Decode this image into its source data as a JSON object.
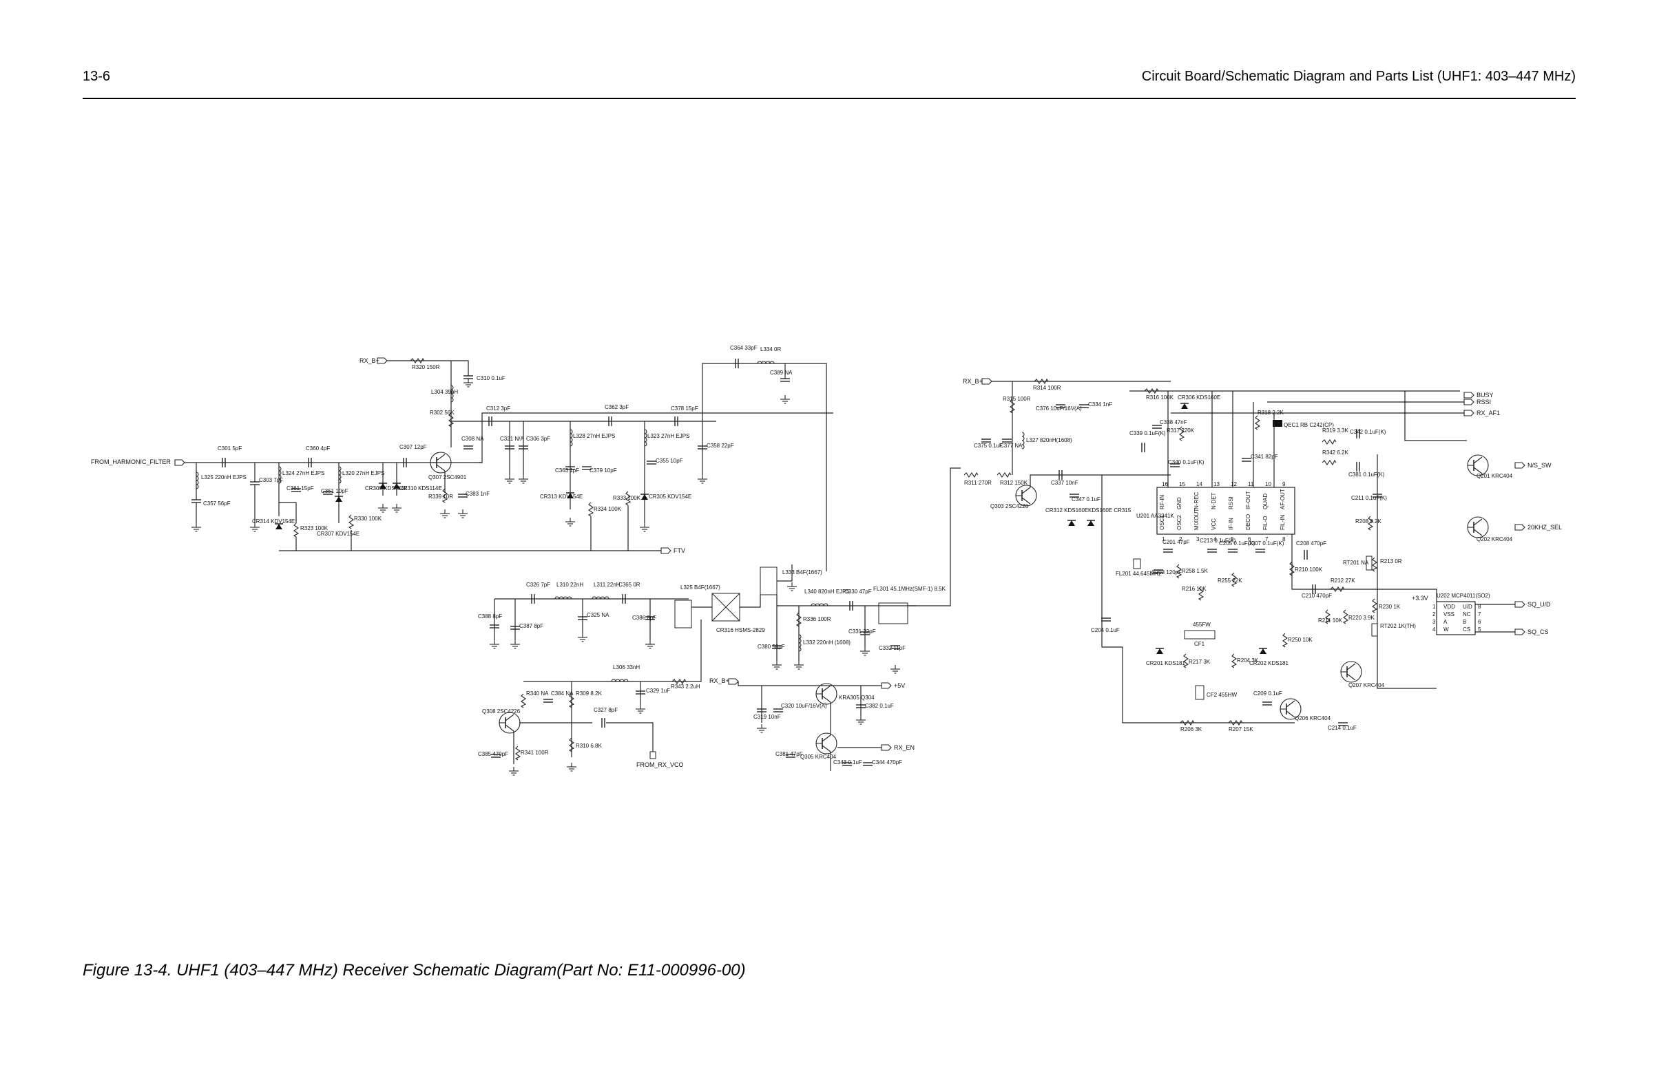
{
  "header": {
    "page_number": "13-6",
    "section_title": "Circuit Board/Schematic Diagram and Parts List (UHF1: 403–447 MHz)"
  },
  "caption": "Figure 13-4. UHF1 (403–447 MHz) Receiver Schematic Diagram(Part No: E11-000996-00)",
  "ports": {
    "from_harmonic_filter": "FROM_HARMONIC_FILTER",
    "rx_b_plus": "RX_B+",
    "ftv": "FTV",
    "from_rx_vco": "FROM_RX_VCO",
    "plus5v": "+5V",
    "rx_en": "RX_EN",
    "busy": "BUSY",
    "rssi": "RSSI",
    "rx_af1": "RX_AF1",
    "n_s_sw": "N/S_SW",
    "sel_20khz": "20KHZ_SEL",
    "sq_ud": "SQ_U/D",
    "sq_cs": "SQ_CS",
    "plus3v3": "+3.3V"
  },
  "components": {
    "r320": "R320 150R",
    "c310": "C310 0.1uF",
    "l304": "L304 39nH",
    "r302": "R302 56K",
    "c301": "C301 5pF",
    "l325": "L325 220nH EJPS",
    "c357": "C357 56pF",
    "c303": "C303 7pF",
    "c360": "C360 4pF",
    "l324": "L324 27nH EJPS",
    "c361": "C361 15pF",
    "cr314": "CR314 KDV154E",
    "r323": "R323 100K",
    "l320": "L320 27nH EJPS",
    "c351": "C351 10pF",
    "cr307": "CR307 KDV154E",
    "r330": "R330 100K",
    "cr309": "CR309 KDS114E",
    "cr310": "CR310 KDS114E",
    "c307": "C307 12pF",
    "q307": "Q307 2SC4901",
    "r339": "R339 10R",
    "c383": "C383 1nF",
    "c308": "C308 NA",
    "c312": "C312 3pF",
    "c321": "C321 N/A",
    "c306": "C306 3pF",
    "l328": "L328 27nH EJPS",
    "c363": "C363 1pF",
    "c379": "C379 10pF",
    "cr313": "CR313 KDV154E",
    "r334": "R334 100K",
    "c362": "C362 3pF",
    "l323": "L323 27nH EJPS",
    "c355": "C355 10pF",
    "r333": "R333 100K",
    "cr305": "CR305 KDV154E",
    "c378": "C378 15pF",
    "c358": "C358 22pF",
    "c364": "C364 33pF",
    "l334": "L334 0R",
    "c389": "C389 NA",
    "c326": "C326 7pF",
    "l310": "L310 22nH",
    "l311": "L311 22nH",
    "c365": "C365 0R",
    "c325": "C325 NA",
    "c386": "C386 8pF",
    "c388": "C388 8pF",
    "c387": "C387 8pF",
    "l325b": "L325 B4F(1667)",
    "cr316": "CR316 HSMS-2829",
    "l333": "L333 B4F(1667)",
    "l340": "L340 820nH EJPS",
    "r336": "R336 100R",
    "c330": "C330 47pF",
    "c380": "C380 56pF",
    "l332": "L332 220nH (1608)",
    "c331": "C331 22pF",
    "c332": "C332 11pF",
    "fl301": "FL301 45.1MHz(SMF-1) 8.5K",
    "l306": "L306 33nH",
    "r343": "R343 2.2uH",
    "c329": "C329 1uF",
    "r340": "R340 NA",
    "c384": "C384 NA",
    "r309": "R309 8.2K",
    "c327": "C327 8pF",
    "q308": "Q308 2SC4226",
    "r310": "R310 6.8K",
    "c385": "C385 470pF",
    "r341": "R341 100R",
    "c319": "C319 10nF",
    "c320": "C320 10uF/16V(A)",
    "q304": "KRA305 Q304",
    "c382": "C382 0.1uF",
    "c381": "C381 47pF",
    "q305": "Q305 KRC404",
    "c343": "C343 0.1uF",
    "c344": "C344 470pF",
    "r315": "R315 100R",
    "r314": "R314 100R",
    "c376": "C376 10uF/16V(A)",
    "c334": "C334 1nF",
    "c375": "C375 0.1uF",
    "c377": "C377 NA",
    "l327": "L327 820nH(1608)",
    "r311": "R311 270R",
    "r312": "R312 150K",
    "q303": "Q303 2SC4226",
    "c337": "C337 10nF",
    "c347": "C347 0.1uF",
    "cr312": "CR312 KDS160E",
    "cr315": "KDS160E CR315",
    "r316": "R316 100K",
    "cr306": "CR306 KDS160E",
    "c339": "C339 0.1uF(K)",
    "c338": "C338 47nF",
    "r317": "R317 220K",
    "c340": "C340 0.1uF(K)",
    "r318": "R318 2.2K",
    "qec1": "QEC1 RB C242(CP)",
    "c341": "C341 82pF",
    "r319": "R319 3.3K",
    "r342": "R342 6.2K",
    "c342": "C342 0.1uF(K)",
    "c381b": "C381 0.1uF(K)",
    "c211": "C211 0.1uF(K)",
    "u201": "U201 AA3241K",
    "c201": "C201 47pF",
    "fl201": "FL201 44.645MHz",
    "c203": "C203 120pF",
    "r258": "R258 1.5K",
    "r216": "R216 10K",
    "c213": "C213 0.1uF(K)",
    "c205": "C205 0.1uF(K)",
    "r255": "R255 22K",
    "c207": "C207 0.1uF(K)",
    "c208": "C208 470pF",
    "r210": "R210 100K",
    "c210": "C210 470pF",
    "r212": "R212 27K",
    "r208": "R208 8.2K",
    "r213": "R213 0R",
    "rt201": "RT201 NA",
    "r211": "R211 10K",
    "r220": "R220 3.9K",
    "r230": "R230 1K",
    "rt202": "RT202 1K(TH)",
    "c204": "C204 0.1uF",
    "cf1": "CF1",
    "cf2": "CF2 455HW",
    "c455fw": "455FW",
    "cr201": "CR201 KDS181",
    "cr202": "CR202 KDS181",
    "r217": "R217 3K",
    "r204": "R204 3K",
    "r250": "R250 10K",
    "r206": "R206 3K",
    "r207": "R207 15K",
    "c209": "C209 0.1uF",
    "q206": "Q206 KRC404",
    "q207": "Q207 KRC404",
    "c214": "C214 0.1uF",
    "q201": "Q201 KRC404",
    "q202": "Q202 KRC404",
    "u202": "U202 MCP4011(SO2)"
  },
  "u201_pins": [
    "RF-IN",
    "GND",
    "N-REC",
    "N-DET",
    "RSSI",
    "IF-OUT",
    "QUAD",
    "AF-OUT",
    "OSC1",
    "OSC2",
    "MIXOUT",
    "VCC",
    "IF-IN",
    "DECO",
    "FIL-O",
    "FIL-IN"
  ],
  "u201_pin_numbers": [
    "16",
    "15",
    "14",
    "13",
    "12",
    "11",
    "10",
    "9",
    "1",
    "2",
    "3",
    "4",
    "5",
    "6",
    "7",
    "8"
  ],
  "u202_pins": [
    "VDD",
    "U/D",
    "VSS",
    "NC",
    "A",
    "B",
    "W",
    "CS"
  ],
  "u202_pin_numbers": [
    "1",
    "8",
    "2",
    "7",
    "3",
    "6",
    "4",
    "5"
  ]
}
